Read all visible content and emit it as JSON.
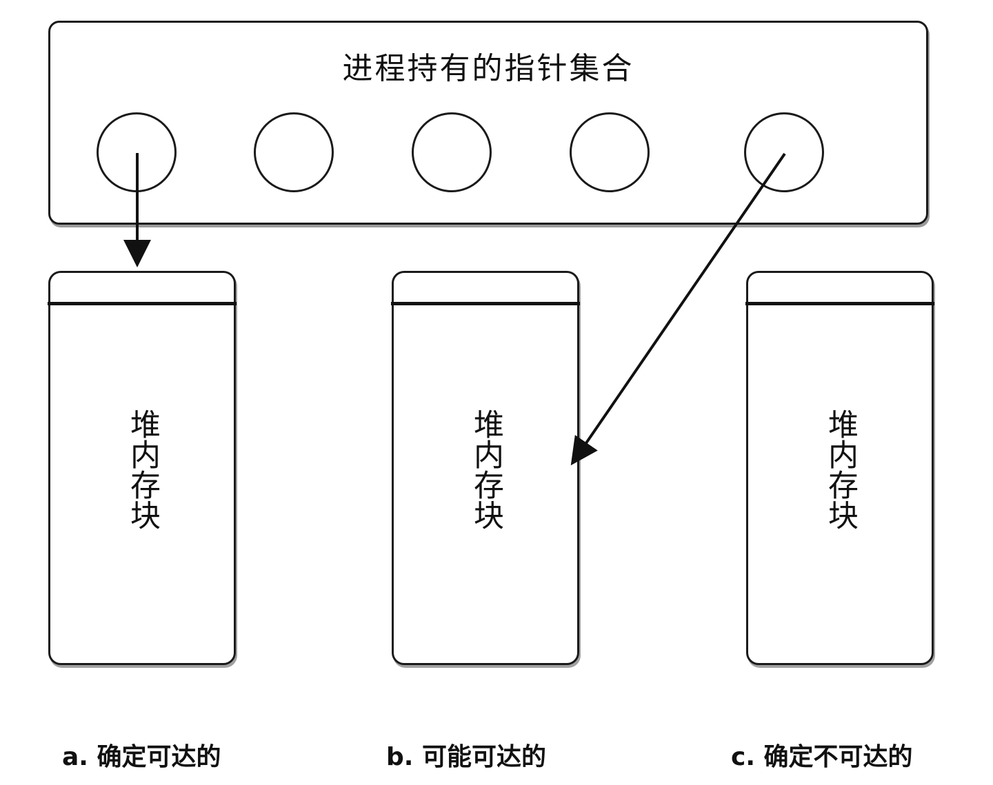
{
  "diagram": {
    "title": "进程持有的指针集合",
    "pointer_slots": [
      "slot-1",
      "slot-2",
      "slot-3",
      "slot-4",
      "slot-5"
    ],
    "blocks": [
      {
        "label": "堆内存块",
        "caption": "a. 确定可达的"
      },
      {
        "label": "堆内存块",
        "caption": "b.  可能可达的"
      },
      {
        "label": "堆内存块",
        "caption": "c.  确定不可达的"
      }
    ],
    "edges": [
      {
        "from": "slot-1",
        "to": "block-a-header"
      },
      {
        "from": "slot-5",
        "to": "block-b-body"
      }
    ]
  }
}
